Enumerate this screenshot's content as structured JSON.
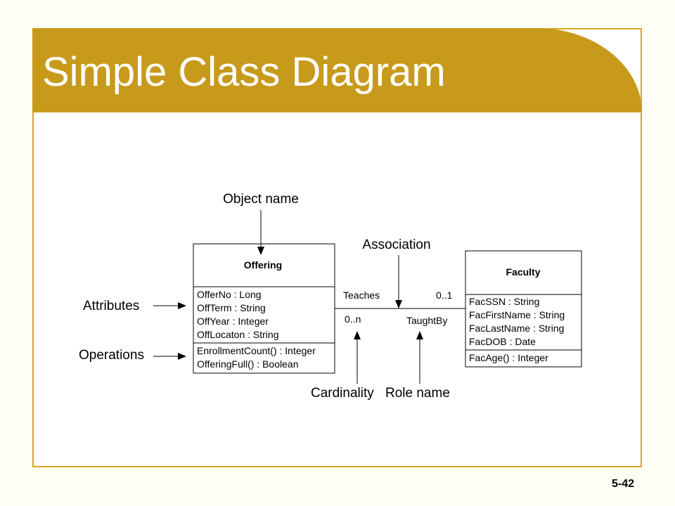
{
  "slide": {
    "title": "Simple Class Diagram",
    "page_number": "5-42"
  },
  "colors": {
    "title_bar": "#c89a1c",
    "frame_border": "#d6a81c",
    "title_text": "#ffffff"
  },
  "classes": {
    "offering": {
      "name": "Offering",
      "attributes": [
        "OfferNo : Long",
        "OffTerm : String",
        "OffYear : Integer",
        "OffLocaton : String"
      ],
      "operations": [
        "EnrollmentCount() : Integer",
        "OfferingFull() : Boolean"
      ]
    },
    "faculty": {
      "name": "Faculty",
      "attributes": [
        "FacSSN : String",
        "FacFirstName : String",
        "FacLastName : String",
        "FacDOB : Date"
      ],
      "operations": [
        "FacAge() : Integer"
      ]
    }
  },
  "association": {
    "name_left": "Teaches",
    "name_right": "TaughtBy",
    "cardinality_left": "0..n",
    "cardinality_right": "0..1"
  },
  "callouts": {
    "object_name": "Object name",
    "association": "Association",
    "attributes": "Attributes",
    "operations": "Operations",
    "cardinality": "Cardinality",
    "role_name": "Role name"
  }
}
